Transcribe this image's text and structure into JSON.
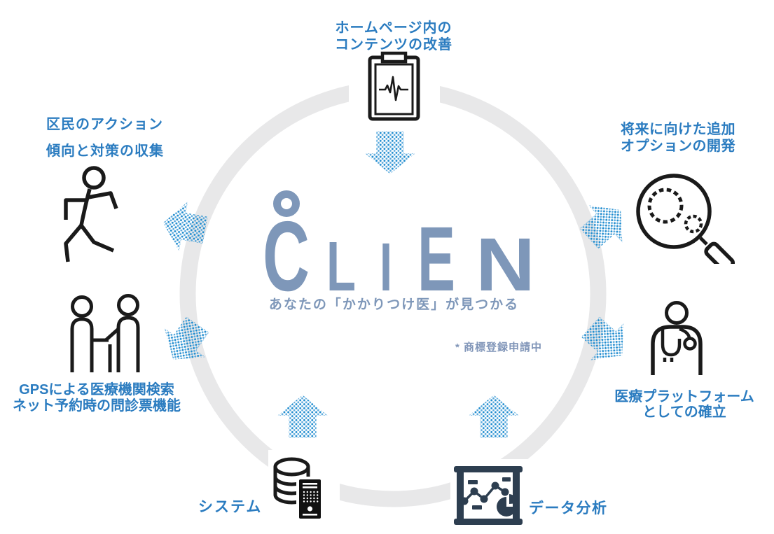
{
  "center": {
    "logo_letters": [
      "C",
      "L",
      "I",
      "E",
      "N"
    ],
    "tagline": "あなたの「かかりつけ医」が見つかる",
    "trademark_note": "* 商標登録申請中"
  },
  "nodes": {
    "top": {
      "lines": [
        "ホームページ内の",
        "コンテンツの改善"
      ],
      "icon": "clipboard-ecg-icon"
    },
    "top_left": {
      "lines": [
        "区民のアクション",
        "傾向と対策の収集"
      ],
      "icon": "running-person-icon"
    },
    "top_right": {
      "lines": [
        "将来に向けた追加",
        "オプションの開発"
      ],
      "icon": "magnifier-gears-icon"
    },
    "left": {
      "lines": [
        "GPSによる医療機関検索",
        "ネット予約時の問診票機能"
      ],
      "icon": "greeting-people-icon"
    },
    "right": {
      "lines": [
        "医療プラットフォーム",
        "としての確立"
      ],
      "icon": "doctor-stethoscope-icon"
    },
    "bottom_left": {
      "label": "システム",
      "icon": "database-server-icon"
    },
    "bottom_right": {
      "label": "データ分析",
      "icon": "chart-board-icon"
    }
  },
  "colors": {
    "label_blue": "#2b7cc0",
    "arrow_blue": "#1f8ccf",
    "arrow_blue_light": "#5aa9dc",
    "logo_blue_gray": "#7e97b9",
    "ring_gray": "#e8e8e9",
    "icon_line_black": "#1a1a1a",
    "board_slate": "#2d3e50"
  }
}
